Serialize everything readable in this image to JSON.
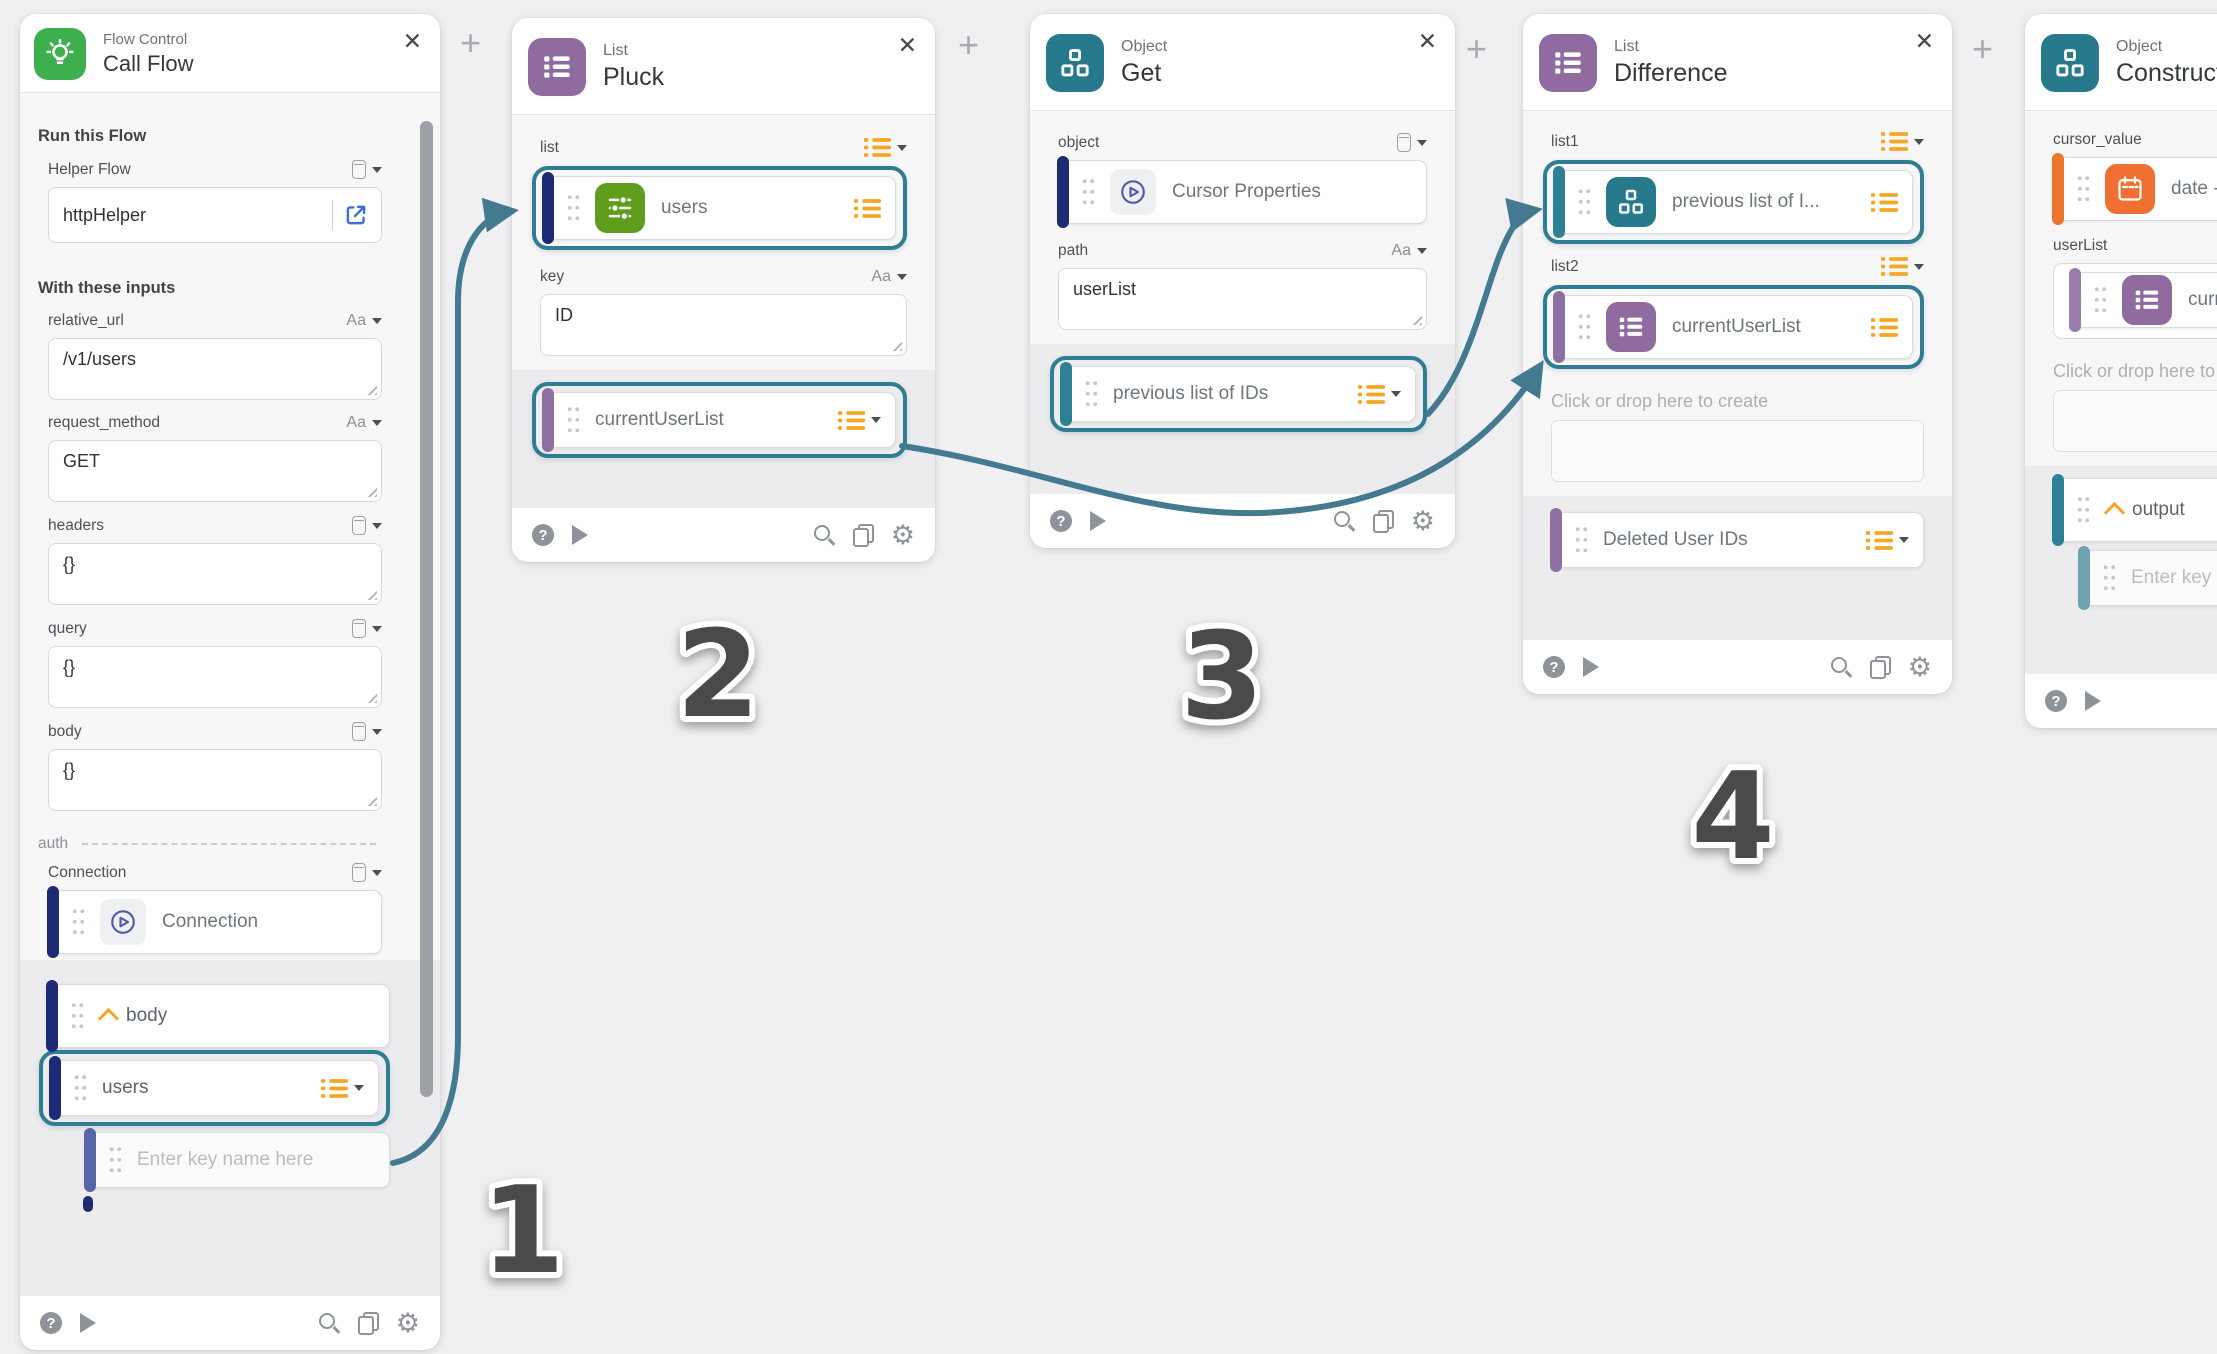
{
  "annotations": {
    "step1": "1",
    "step2": "2",
    "step3": "3",
    "step4": "4"
  },
  "glyphs": {
    "close": "✕",
    "plus": "+",
    "type_text": "Aa",
    "gear": "⚙",
    "help": "?"
  },
  "colors": {
    "connector": "#447a8f",
    "highlight_ring": "#2e7d92",
    "accent_orange": "#f5a623",
    "bar_navy": "#1d2b75",
    "bar_purple": "#8e6fa1",
    "bar_teal": "#2e8195",
    "app_green_flow_control": "#3daf4e",
    "app_green_api": "#5f9e1d",
    "app_purple_list": "#8f6ba0",
    "app_teal_object": "#27798c",
    "icon_calendar_orange": "#ef7030",
    "icon_indigo_play": "#4f5aa8",
    "link_blue": "#3b6fe0"
  },
  "call_flow": {
    "app": "Flow Control",
    "action": "Call Flow",
    "run_this_flow": "Run this Flow",
    "helper_flow_label": "Helper Flow",
    "helper_flow_value": "httpHelper",
    "with_these_inputs": "With these inputs",
    "relative_url_label": "relative_url",
    "relative_url_value": "/v1/users",
    "request_method_label": "request_method",
    "request_method_value": "GET",
    "headers_label": "headers",
    "headers_value": "{}",
    "query_label": "query",
    "query_value": "{}",
    "body_label": "body",
    "body_value": "{}",
    "auth_label": "auth",
    "connection_label": "Connection",
    "connection_value": "Connection",
    "output_body": "body",
    "output_users": "users",
    "key_placeholder": "Enter key name here"
  },
  "pluck": {
    "app": "List",
    "action": "Pluck",
    "list_label": "list",
    "list_value": "users",
    "key_label": "key",
    "key_value": "ID",
    "output_value": "currentUserList"
  },
  "get": {
    "app": "Object",
    "action": "Get",
    "object_label": "object",
    "object_value": "Cursor Properties",
    "path_label": "path",
    "path_value": "userList",
    "output_value": "previous list of IDs"
  },
  "difference": {
    "app": "List",
    "action": "Difference",
    "list1_label": "list1",
    "list1_value": "previous list of I...",
    "list2_label": "list2",
    "list2_value": "currentUserList",
    "drop_hint": "Click or drop here to create",
    "output_value": "Deleted User IDs"
  },
  "construct": {
    "app": "Object",
    "action": "Construct",
    "cursor_value_label": "cursor_value",
    "cursor_value_value": "date -",
    "userlist_label": "userList",
    "userlist_value": "currentUserList",
    "drop_hint": "Click or drop here to create",
    "output_group": "output",
    "key_placeholder": "Enter key name here"
  }
}
